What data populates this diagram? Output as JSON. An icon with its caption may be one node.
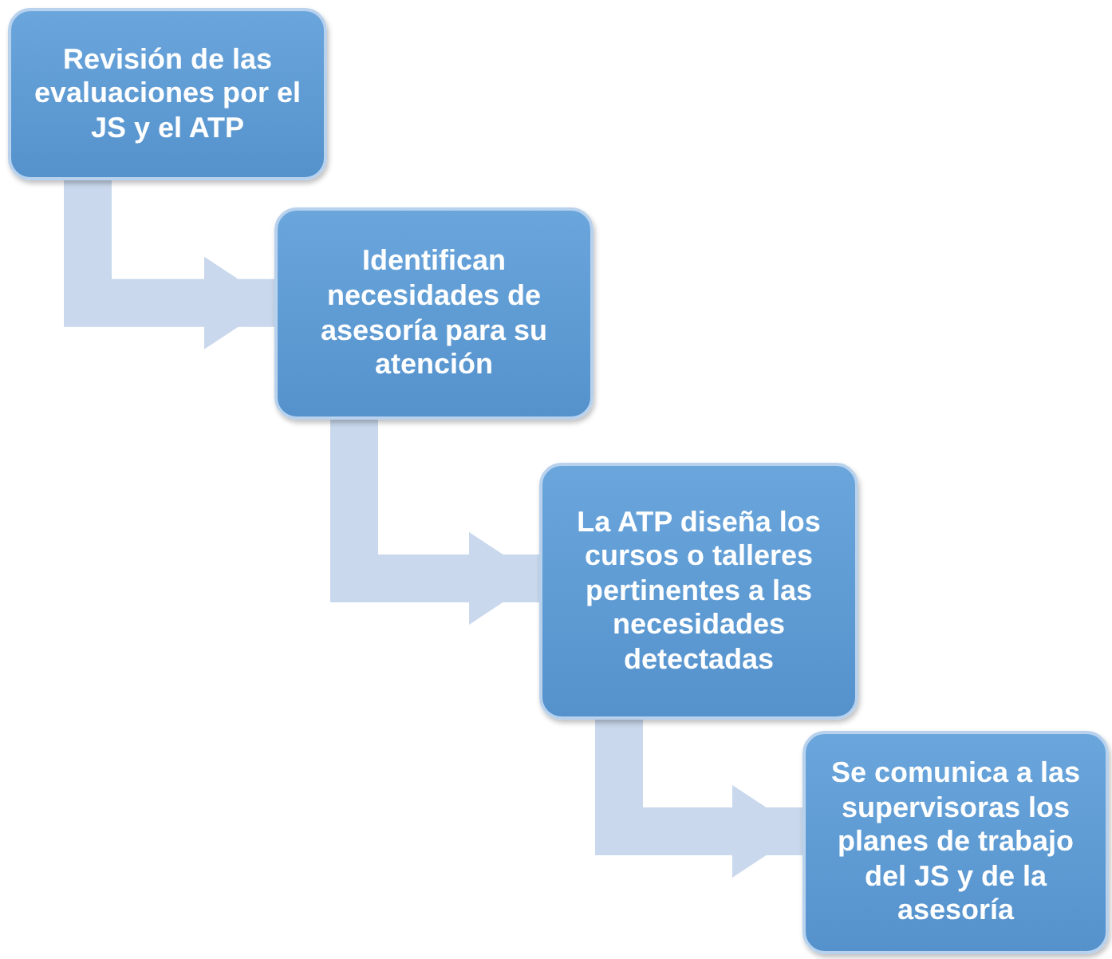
{
  "diagram": {
    "nodes": [
      {
        "text": [
          "Revisión de las evaluaciones por el JS y el ATP"
        ]
      },
      {
        "text": [
          "Identifican necesidades de asesoría para su atención"
        ]
      },
      {
        "text": [
          "La ATP diseña los cursos o talleres pertinentes a las necesidades detectadas"
        ]
      },
      {
        "text": [
          "Se comunica a las supervisoras los planes de trabajo del JS y de la asesoría"
        ]
      }
    ],
    "edges": [
      {
        "from": 0,
        "to": 1,
        "arrow": "to"
      },
      {
        "from": 1,
        "to": 2,
        "arrow": "to"
      },
      {
        "from": 2,
        "to": 3,
        "arrow": "to"
      }
    ]
  }
}
